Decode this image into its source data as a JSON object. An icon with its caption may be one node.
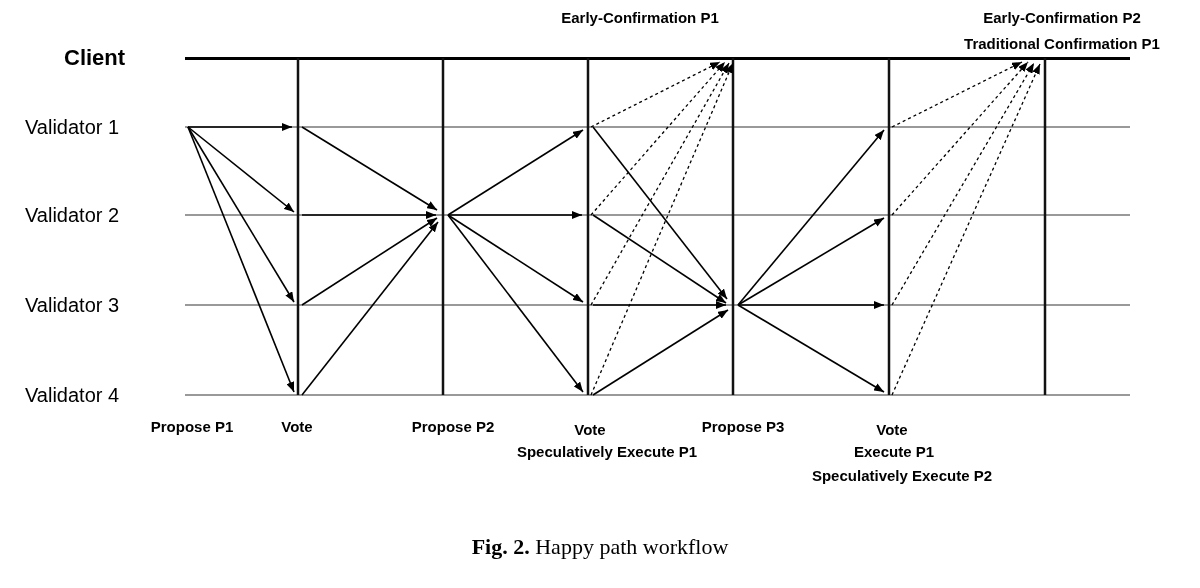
{
  "diagram": {
    "caption": "**Fig. 2.** Happy path workflow",
    "nodes": [
      {
        "text": [
          "Client"
        ]
      },
      {
        "text": [
          "Validator 1"
        ]
      },
      {
        "text": [
          "Validator 2"
        ]
      },
      {
        "text": [
          "Validator 3"
        ]
      },
      {
        "text": [
          "Validator 4"
        ]
      }
    ],
    "edges": [
      {
        "from": 1,
        "to": 1,
        "arrow": "to"
      },
      {
        "from": 1,
        "to": 2,
        "arrow": "to"
      },
      {
        "from": 1,
        "to": 3,
        "arrow": "to"
      },
      {
        "from": 1,
        "to": 4,
        "arrow": "to"
      },
      {
        "from": 1,
        "to": 2,
        "arrow": "to"
      },
      {
        "from": 2,
        "to": 2,
        "arrow": "to"
      },
      {
        "from": 3,
        "to": 2,
        "arrow": "to"
      },
      {
        "from": 4,
        "to": 2,
        "arrow": "to"
      },
      {
        "from": 2,
        "to": 1,
        "arrow": "to"
      },
      {
        "from": 2,
        "to": 2,
        "arrow": "to"
      },
      {
        "from": 2,
        "to": 3,
        "arrow": "to"
      },
      {
        "from": 2,
        "to": 4,
        "arrow": "to"
      },
      {
        "from": 1,
        "to": 0,
        "arrow": "to",
        "style": "dashed"
      },
      {
        "from": 2,
        "to": 0,
        "arrow": "to",
        "style": "dashed"
      },
      {
        "from": 3,
        "to": 0,
        "arrow": "to",
        "style": "dashed"
      },
      {
        "from": 4,
        "to": 0,
        "arrow": "to",
        "style": "dashed"
      },
      {
        "from": 1,
        "to": 3,
        "arrow": "to"
      },
      {
        "from": 2,
        "to": 3,
        "arrow": "to"
      },
      {
        "from": 3,
        "to": 3,
        "arrow": "to"
      },
      {
        "from": 4,
        "to": 3,
        "arrow": "to"
      },
      {
        "from": 3,
        "to": 1,
        "arrow": "to"
      },
      {
        "from": 3,
        "to": 2,
        "arrow": "to"
      },
      {
        "from": 3,
        "to": 3,
        "arrow": "to"
      },
      {
        "from": 3,
        "to": 4,
        "arrow": "to"
      },
      {
        "from": 1,
        "to": 0,
        "arrow": "to",
        "style": "dashed"
      },
      {
        "from": 2,
        "to": 0,
        "arrow": "to",
        "style": "dashed"
      },
      {
        "from": 3,
        "to": 0,
        "arrow": "to",
        "style": "dashed"
      },
      {
        "from": 4,
        "to": 0,
        "arrow": "to",
        "style": "dashed"
      }
    ],
    "labels": [
      "Early-Confirmation P1",
      "Early-Confirmation P2",
      "Traditional Confirmation P1",
      "Propose P1",
      "Vote",
      "Propose P2",
      "Vote",
      "Speculatively Execute P1",
      "Propose P3",
      "Vote",
      "Execute P1",
      "Speculatively Execute P2"
    ]
  }
}
